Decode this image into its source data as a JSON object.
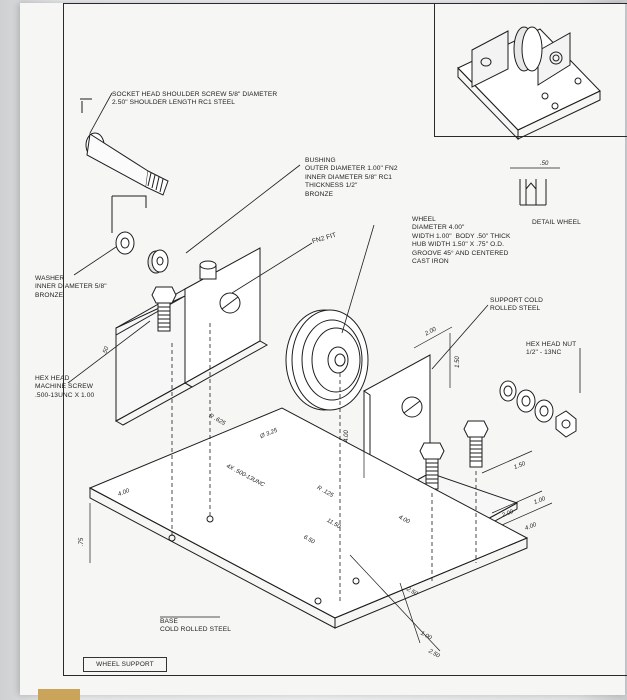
{
  "labels": {
    "screw": "SOCKET HEAD SHOULDER SCREW 5/8\" DIAMETER\n2.50\" SHOULDER LENGTH RC1 STEEL",
    "bushing": "BUSHING\nOUTER DIAMETER 1.00\" FN2\nINNER DIAMETER 5/8\" RC1\nTHICKNESS 1/2\"\nBRONZE",
    "fn2_fit": "FN2 FIT",
    "wheel": "WHEEL\nDIAMETER 4.00\"\nWIDTH 1.00\"  BODY .50\" THICK\nHUB WIDTH 1.50\" X .75\" O.D.\nGROOVE 45° AND CENTERED\nCAST IRON",
    "detail_wheel": "DETAIL WHEEL",
    "washer": "WASHER\nINNER DIAMETER 5/8\"\nBRONZE",
    "support": "SUPPORT COLD\nROLLED STEEL",
    "hex_nut": "HEX HEAD NUT\n1/2\" - 13NC",
    "hex_screw": "HEX HEAD\nMACHINE SCREW\n.500-13UNC X 1.00",
    "base": "BASE\nCOLD ROLLED STEEL",
    "title": "WHEEL SUPPORT"
  },
  "dimensions": {
    "d50": ".50",
    "d200": "2.00",
    "d150": "1.50",
    "d50b": ".50",
    "r625": "R .625",
    "d325": "Ø 3.25",
    "d400": "4.00",
    "d4x": "4X .500-13UNC",
    "r125": "R .125",
    "d1150": "11.50",
    "d650": "6.50",
    "d400b": "4.00",
    "d75": ".75",
    "d150b": "1.50",
    "d100": "1.00",
    "d200b": "2.00",
    "d400c": "4.00",
    "d250": "2.50",
    "d100b": "1.00",
    "d250b": "2.50",
    "d400d": "4.00"
  },
  "colors": {
    "ink": "#1e1e1e",
    "paper": "#f6f6f4"
  }
}
